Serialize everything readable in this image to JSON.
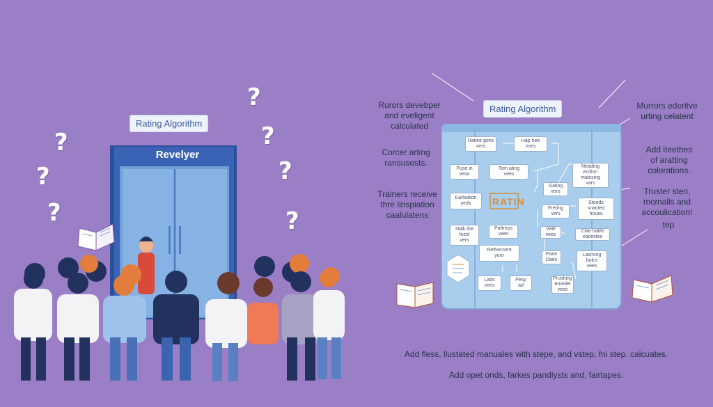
{
  "left": {
    "title_badge": "Rating Algorithm",
    "door_sign": "Revelyer"
  },
  "right": {
    "title_badge": "Rating Algorithm",
    "left_notes": [
      "Rurors devebper\nand eveligent\ncalculated",
      "Corcer arting\nransusests.",
      "Trainers receive\nthre linspiation\ncaalulatens"
    ],
    "right_notes": [
      "Murrors ederitve\nurting celatent",
      "Add iteethes\nof aratting\ncolorations.",
      "Truster sten,\nmomalls and\naccoulication!",
      "tep"
    ],
    "center_word": "RATIN",
    "nodes": [
      "Ratiee gons\nvers",
      "Hap hee\nvoes",
      "Puse in\nveso",
      "Tom ating\nvees",
      "Neading\necdion\nmalesing\nvars",
      "Gating\nvers",
      "Earlsation\nyeds",
      "Freting\nvers",
      "Steeds\nsnacted\nhoues",
      "Nalk the\nfezel\nvers",
      "Paftreps\nvees",
      "Vele\nvees",
      "Clae hable\neacestes",
      "Pane\nDaes",
      "Lasming\nbolcs\nvees",
      "Rethecsent\nyour",
      "Lads\nvees",
      "Pesy\nad",
      "Prushing\nemedel\nyees"
    ]
  },
  "captions": [
    "Add fless, llustated manuales with stepe, and vstep, fni step. calcuates.",
    "Add opet onds, farkes pandlysts and, fairtapes."
  ],
  "colors": {
    "background": "#9b7fc6",
    "board": "#a9cdec",
    "door": "#6fa0d8",
    "door_sign": "#3b63b5"
  }
}
